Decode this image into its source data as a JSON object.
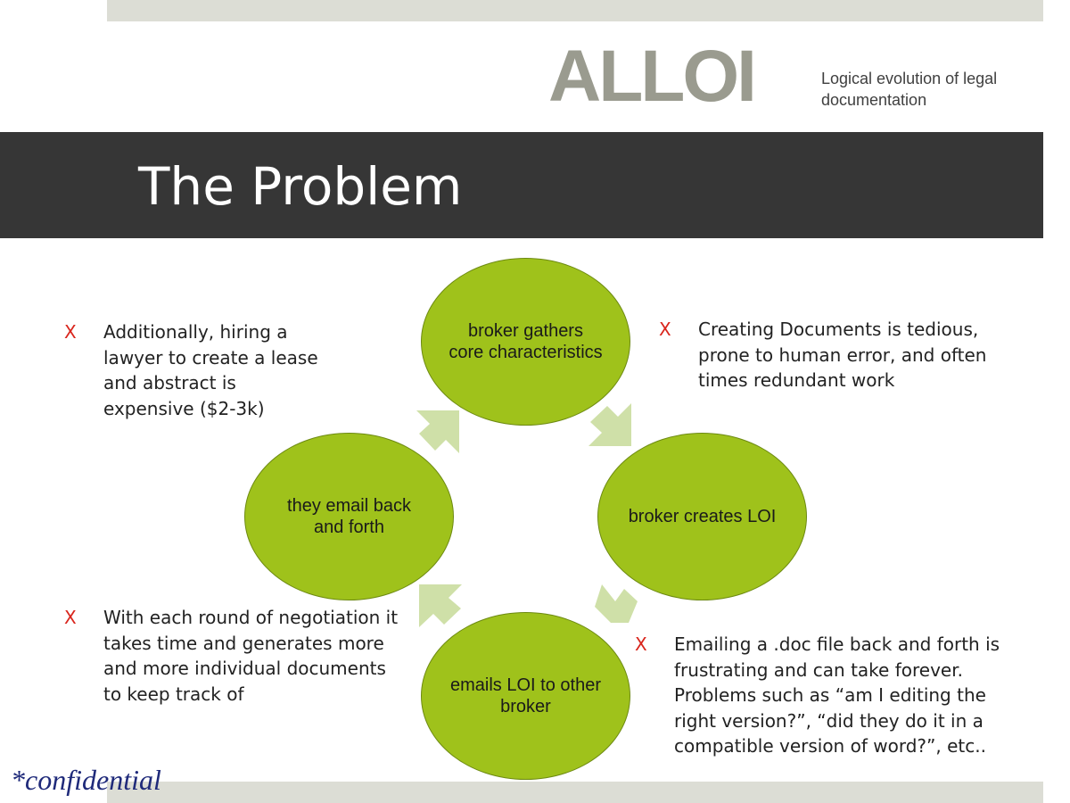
{
  "logo": {
    "mark": "ALLOI",
    "tagline": "Logical evolution of legal documentation"
  },
  "title": "The Problem",
  "cycle": {
    "nodes": [
      "broker gathers core characteristics",
      "broker creates LOI",
      "emails LOI to other broker",
      "they email back and forth"
    ]
  },
  "bullets": [
    {
      "mark": "X",
      "text": "Additionally, hiring a lawyer to create a lease and abstract is expensive ($2-3k)"
    },
    {
      "mark": "X",
      "text": "Creating Documents is tedious, prone to human error, and often times redundant work"
    },
    {
      "mark": "X",
      "text": "With each round of negotiation it takes time and generates more and more individual documents to keep track of"
    },
    {
      "mark": "X",
      "text": "Emailing a .doc file back and forth is frustrating and can take forever. Problems such as “am I editing the right version?”, “did they do it in a compatible version of word?”, etc.."
    }
  ],
  "footer": {
    "confidential": "*confidential"
  },
  "colors": {
    "node_fill": "#9fc21b",
    "arrow_fill": "#cfe0a8",
    "title_band": "#363636",
    "bullet_mark": "#d9251c"
  }
}
